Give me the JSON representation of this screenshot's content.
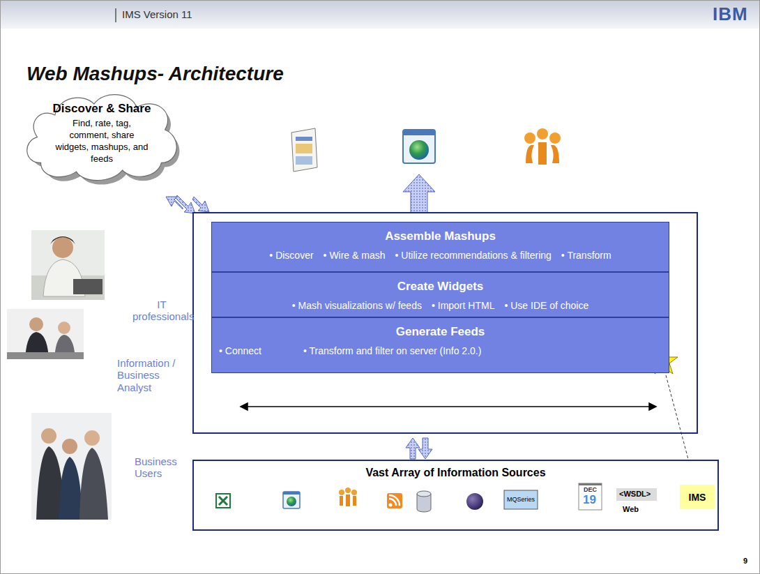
{
  "diagram": {
    "title": "Web Mashups- Architecture",
    "nodes": [
      {
        "text": [
          "Discover & Share",
          "Find, rate, tag, comment, share widgets, mashups, and feeds"
        ]
      },
      {
        "text": [
          "Assemble Mashups",
          "• Discover",
          "• Wire & mash",
          "• Utilize recommendations & filtering",
          "• Transform"
        ]
      },
      {
        "text": [
          "Create Widgets",
          "• Mash visualizations w/ feeds",
          "• Import HTML",
          "• Use IDE of choice"
        ]
      },
      {
        "text": [
          "Generate Feeds",
          "• Connect",
          "• Transform and filter on server (Info 2.0.)"
        ]
      },
      {
        "text": [
          "Vast Array of Information Sources"
        ]
      },
      {
        "text": [
          "IMS"
        ],
        "in": 4
      }
    ],
    "labels": [
      "IMS Version 11",
      "IBM",
      "IT professionals",
      "Information / Business Analyst",
      "Business Users",
      "MQSeries",
      "DEC",
      "19",
      "<WSDL>",
      "Web",
      "9"
    ]
  }
}
